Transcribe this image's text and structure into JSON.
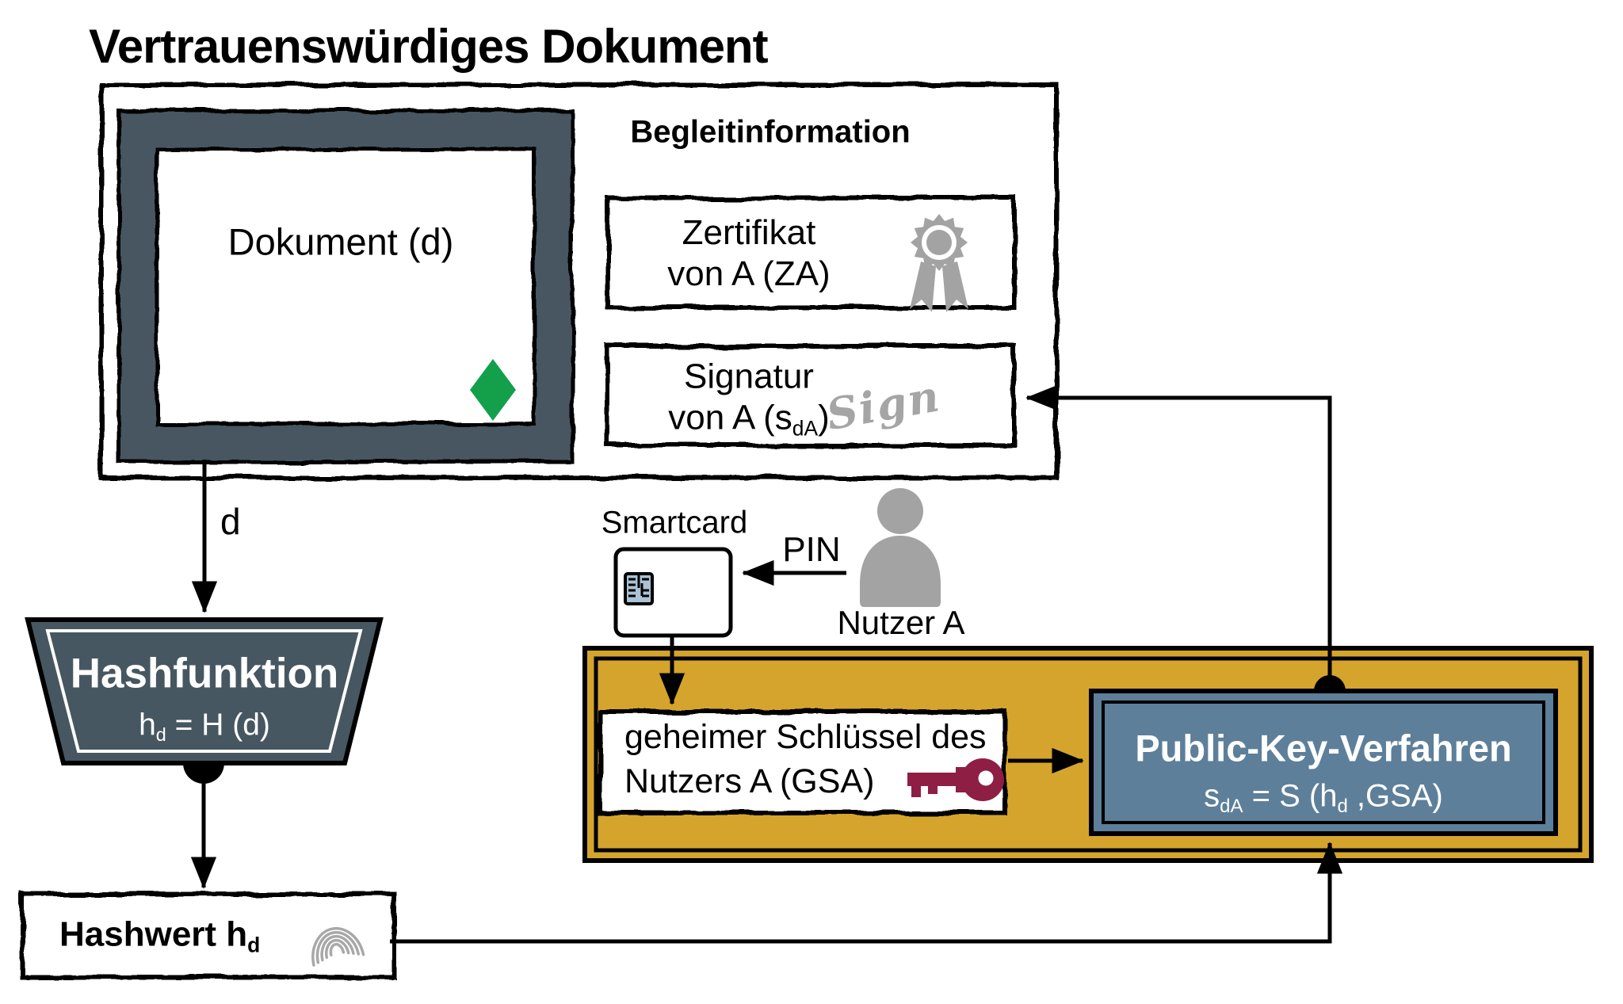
{
  "title": "Vertrauenswürdiges Dokument",
  "document_box": {
    "label": "Dokument (d)"
  },
  "begleitinformation": {
    "heading": "Begleitinformation"
  },
  "zertifikat_box": {
    "line1": "Zertifikat",
    "line2": "von A (ZA)"
  },
  "signatur_box": {
    "line1": "Signatur",
    "line2_pre": "von A (s",
    "line2_sub": "dA",
    "line2_post": ")",
    "sign_text": "Sign"
  },
  "d_arrow_label": "d",
  "smartcard": {
    "label": "Smartcard"
  },
  "pin_label": "PIN",
  "user": {
    "label": "Nutzer A"
  },
  "hash_function": {
    "title": "Hashfunktion",
    "formula_pre": "h",
    "formula_sub": "d",
    "formula_post": " = H (d)"
  },
  "hash_value": {
    "label_pre": "Hashwert h",
    "label_sub": "d"
  },
  "gsa_box": {
    "line1": "geheimer Schlüssel des",
    "line2": "Nutzers A (GSA)"
  },
  "public_key_box": {
    "title": "Public-Key-Verfahren",
    "formula_pre": "s",
    "formula_sub1": "dA",
    "formula_mid": " = S (h",
    "formula_sub2": "d",
    "formula_post": " ,GSA)"
  },
  "colors": {
    "slate_dark": "#475761",
    "gold": "#d4a42c",
    "steel_blue": "#5d7f9a",
    "diamond_green": "#14a04b",
    "key_maroon": "#8e1e44",
    "icon_gray": "#a3a3a3",
    "chip_blue": "#abc3d4",
    "line_black": "#000000"
  }
}
